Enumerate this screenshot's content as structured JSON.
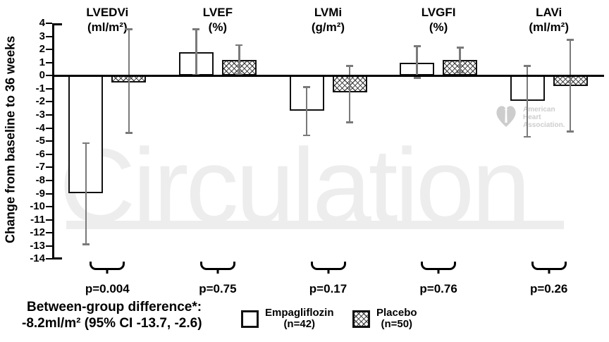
{
  "chart_data": {
    "type": "bar",
    "ylabel": "Change from baseline to 36 weeks",
    "ylim": [
      -14,
      4
    ],
    "ytick_step": 1,
    "grid": false,
    "legend_position": "bottom",
    "categories": [
      "LVEDVi",
      "LVEF",
      "LVMi",
      "LVGFI",
      "LAVi"
    ],
    "category_units": [
      "(ml/m²)",
      "(%)",
      "(g/m²)",
      "(%)",
      "(ml/m²)"
    ],
    "p_values": [
      "p=0.004",
      "p=0.75",
      "p=0.17",
      "p=0.76",
      "p=0.26"
    ],
    "series": [
      {
        "name": "Empagliflozin",
        "n_label": "(n=42)",
        "fill": "open",
        "values": [
          -9.0,
          1.8,
          -2.7,
          1.0,
          -1.9
        ],
        "ci_low": [
          -12.8,
          0.1,
          -4.5,
          -0.1,
          -4.6
        ],
        "ci_high": [
          -5.2,
          3.5,
          -0.9,
          2.2,
          0.7
        ]
      },
      {
        "name": "Placebo",
        "n_label": "(n=50)",
        "fill": "crosshatch",
        "values": [
          -0.5,
          1.2,
          -1.3,
          1.2,
          -0.8
        ],
        "ci_low": [
          -4.3,
          0.2,
          -3.5,
          0.3,
          -4.2
        ],
        "ci_high": [
          3.5,
          2.3,
          0.7,
          2.1,
          2.7
        ]
      }
    ]
  },
  "footnote": {
    "line1": "Between-group difference*:",
    "line2": "-8.2ml/m² (95% CI -13.7, -2.6)"
  },
  "watermark": {
    "text": "Circulation",
    "logo_lines": [
      "American",
      "Heart",
      "Association."
    ]
  },
  "colors": {
    "bar_border": "#111111",
    "error_bar": "#7a7a7a",
    "watermark_gray": "#ededed",
    "logo_gray": "#cdcdcd",
    "text": "#000000"
  }
}
